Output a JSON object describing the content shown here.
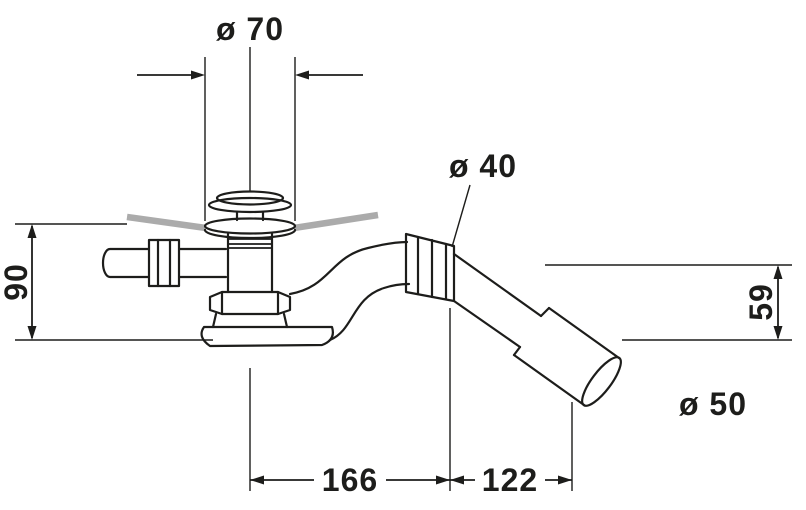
{
  "drawing": {
    "name": "bathtub-waste-and-overflow-fitting",
    "background": "#ffffff",
    "line_color": "#1d1d1b",
    "tub_section_color": "#ababab"
  },
  "dimensions": {
    "flange_diameter": "ø 70",
    "connector_diameter": "ø 40",
    "outlet_diameter": "ø 50",
    "height_left": "90",
    "height_right": "59",
    "length_center_to_joint": "166",
    "length_joint_to_outlet": "122"
  }
}
